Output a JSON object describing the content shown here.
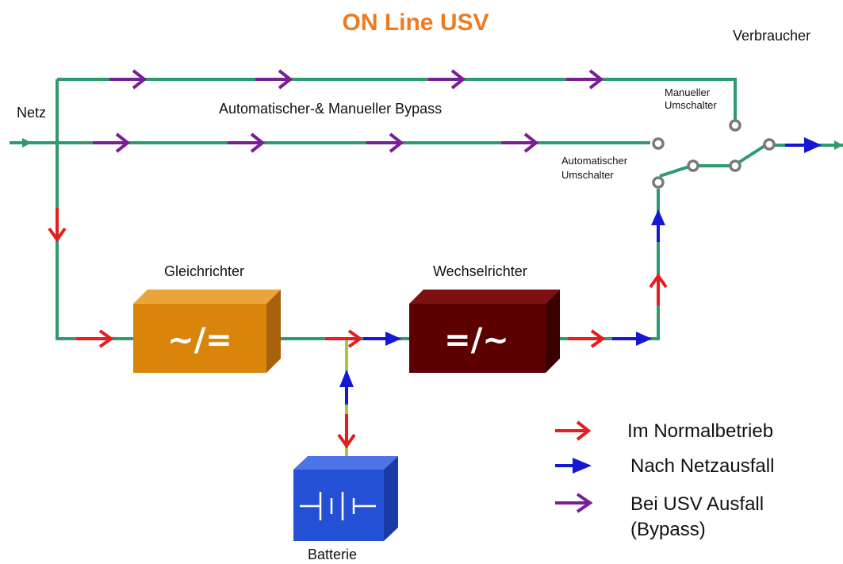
{
  "title": "ON Line USV",
  "labels": {
    "netz": "Netz",
    "verbraucher": "Verbraucher",
    "bypass": "Automatischer-& Manueller Bypass",
    "manueller_umschalter_1": "Manueller",
    "manueller_umschalter_2": "Umschalter",
    "automatischer_umschalter_1": "Automatischer",
    "automatischer_umschalter_2": "Umschalter",
    "gleichrichter": "Gleichrichter",
    "wechselrichter": "Wechselrichter",
    "batterie": "Batterie"
  },
  "blocks": {
    "gleichrichter_symbol": "~/=",
    "wechselrichter_symbol": "=/~"
  },
  "legend": {
    "normal": "Im Normalbetrieb",
    "netzausfall": "Nach Netzausfall",
    "bypass_1": "Bei USV Ausfall",
    "bypass_2": "(Bypass)"
  },
  "colors": {
    "line": "#2e9a6e",
    "battery_line": "#a6c93c",
    "normal": "#e51d1d",
    "netzausfall": "#1616d6",
    "bypass": "#7a1e96",
    "title": "#f07a1e",
    "gleichrichter": "#d9850c",
    "wechselrichter": "#5c0000",
    "batterie": "#2450d6",
    "switch": "#7a7a7a"
  }
}
